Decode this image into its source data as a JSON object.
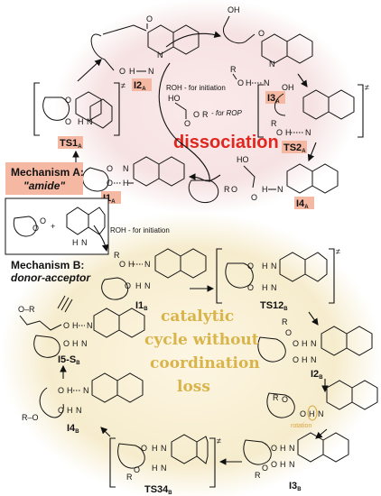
{
  "colors": {
    "mechanism_a_bg": "#f3dede",
    "mechanism_b_bg": "#f7f0d8",
    "mechanism_a_label_bg": "#f4b8a3",
    "dissociation": "#e0261f",
    "catalytic": "#d9b44a",
    "rotation": "#d9a441"
  },
  "mechanism_a": {
    "title": "Mechanism A:",
    "subtitle": "\"amide\"",
    "dissociation_label": "dissociation",
    "note_initiation": "ROH - for initiation",
    "note_rop": "- for ROP",
    "species": [
      "I2A",
      "I3A",
      "TS2A",
      "I4A",
      "I1A",
      "TS1A"
    ]
  },
  "mechanism_b": {
    "title": "Mechanism B:",
    "subtitle": "donor-acceptor",
    "note_initiation": "ROH - for initiation",
    "cycle_lines": [
      "catalytic",
      "cycle without",
      "coordination",
      "loss"
    ],
    "rotation_label": "rotation",
    "species": [
      "I1B",
      "TS12B",
      "I2B",
      "rotation",
      "I3B",
      "TS34B",
      "I4B",
      "I5-SB"
    ]
  },
  "labels": {
    "I2A": {
      "main": "I2",
      "sup": "A"
    },
    "I3A": {
      "main": "I3",
      "sup": "A"
    },
    "TS2A": {
      "main": "TS2",
      "sup": "A"
    },
    "I4A": {
      "main": "I4",
      "sup": "A"
    },
    "I1A": {
      "main": "I1",
      "sup": "A"
    },
    "TS1A": {
      "main": "TS1",
      "sup": "A"
    },
    "I1B": {
      "main": "I1",
      "sup": "B"
    },
    "TS12B": {
      "main": "TS12",
      "sup": "B"
    },
    "I2B": {
      "main": "I2",
      "sup": "B"
    },
    "I3B": {
      "main": "I3",
      "sup": "B"
    },
    "TS34B": {
      "main": "TS34",
      "sup": "B"
    },
    "I4B": {
      "main": "I4",
      "sup": "B"
    },
    "I5SB": {
      "main": "I5-S",
      "sup": "B"
    }
  },
  "atoms": {
    "O": "O",
    "N": "N",
    "H": "H",
    "R": "R",
    "OH": "OH",
    "HO": "HO",
    "RO": "R–O",
    "OR": "O–R",
    "ts_mark": "≠",
    "plus": "+"
  }
}
